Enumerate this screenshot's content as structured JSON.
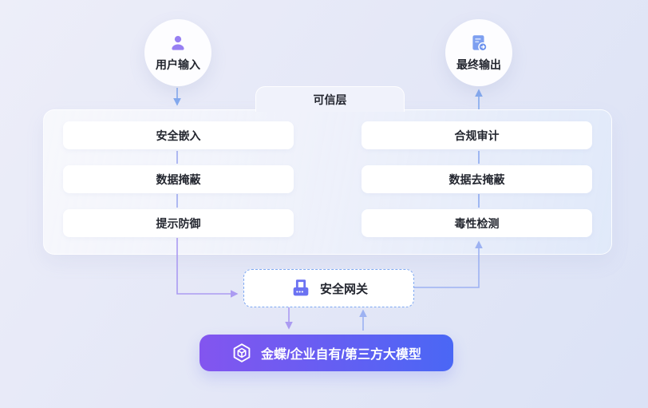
{
  "nodes": {
    "user_input": "用户输入",
    "final_output": "最终输出",
    "trusted_layer": "可信层",
    "gateway": "安全网关",
    "model": "金蝶/企业自有/第三方大模型"
  },
  "left_column": [
    "安全嵌入",
    "数据掩蔽",
    "提示防御"
  ],
  "right_column": [
    "合规审计",
    "数据去掩蔽",
    "毒性检测"
  ],
  "edges": [
    {
      "from": "用户输入",
      "to": "可信层(安全嵌入)",
      "direction": "down"
    },
    {
      "from": "安全嵌入",
      "to": "数据掩蔽",
      "direction": "down"
    },
    {
      "from": "数据掩蔽",
      "to": "提示防御",
      "direction": "down"
    },
    {
      "from": "提示防御",
      "to": "安全网关",
      "direction": "down-right"
    },
    {
      "from": "安全网关",
      "to": "金蝶/企业自有/第三方大模型",
      "direction": "down"
    },
    {
      "from": "金蝶/企业自有/第三方大模型",
      "to": "安全网关",
      "direction": "up"
    },
    {
      "from": "安全网关",
      "to": "毒性检测",
      "direction": "right-up"
    },
    {
      "from": "毒性检测",
      "to": "数据去掩蔽",
      "direction": "up"
    },
    {
      "from": "数据去掩蔽",
      "to": "合规审计",
      "direction": "up"
    },
    {
      "from": "可信层(合规审计)",
      "to": "最终输出",
      "direction": "up"
    }
  ],
  "colors": {
    "background_start": "#EDEEF9",
    "background_end": "#DBE2F6",
    "user_icon": "#9780F2",
    "document_icon": "#7D9FF0",
    "router_icon": "#6B72F2",
    "gateway_dashed_border": "#7FA9F2",
    "model_gradient_start": "#8355EF",
    "model_gradient_end": "#4A67F5",
    "arrow_blue": "#84A9EE",
    "arrow_purple": "#AB9BF2",
    "arrow_periwinkle": "#9DB2F2",
    "connector_left": "#98A5EF",
    "connector_right": "#87A5EF",
    "text_dark": "#23262F"
  }
}
